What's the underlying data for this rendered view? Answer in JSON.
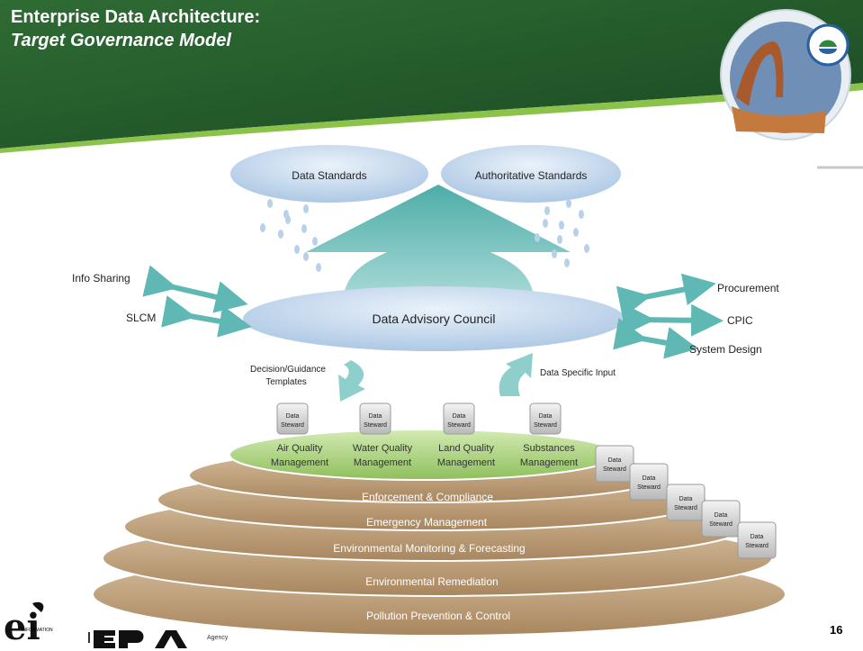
{
  "header": {
    "title_line1": "Enterprise Data Architecture:",
    "title_line2": "Target Governance Model"
  },
  "clouds": [
    {
      "label": "Data Standards"
    },
    {
      "label": "Authoritative Standards"
    }
  ],
  "council": {
    "label": "Data Advisory Council"
  },
  "left_links": [
    {
      "label": "Info Sharing"
    },
    {
      "label": "SLCM"
    }
  ],
  "right_links": [
    {
      "label": "Procurement"
    },
    {
      "label": "CPIC"
    },
    {
      "label": "System Design"
    }
  ],
  "flows": {
    "down_line1": "Decision/Guidance",
    "down_line2": "Templates",
    "up": "Data Specific Input"
  },
  "steward_label_line1": "Data",
  "steward_label_line2": "Steward",
  "top_domains": [
    {
      "line1": "Air Quality",
      "line2": "Management"
    },
    {
      "line1": "Water Quality",
      "line2": "Management"
    },
    {
      "line1": "Land Quality",
      "line2": "Management"
    },
    {
      "line1": "Substances",
      "line2": "Management"
    }
  ],
  "layers": [
    {
      "label": "Enforcement & Compliance"
    },
    {
      "label": "Emergency Management"
    },
    {
      "label": "Environmental Monitoring & Forecasting"
    },
    {
      "label": "Environmental Remediation"
    },
    {
      "label": "Pollution Prevention & Control"
    }
  ],
  "footer": {
    "logo_text": "ei",
    "small_text": "INFORMATION",
    "agency_text": "Agency",
    "page_number": "16"
  },
  "colors": {
    "header_green": "#1f5a2a",
    "accent_green": "#8ac24a",
    "cloud_blue": "#c9dcef",
    "arrow_teal": "#5fb8b4",
    "layer_tan": "#c2a37d",
    "top_green": "#b9d98f"
  }
}
